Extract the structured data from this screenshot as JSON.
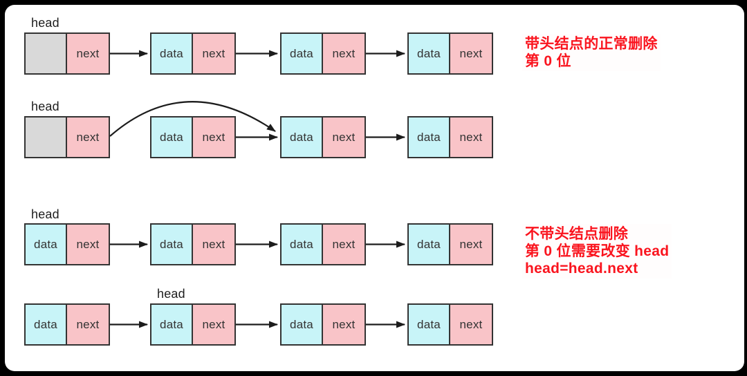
{
  "labels": {
    "head": "head",
    "data": "data",
    "next": "next"
  },
  "colors": {
    "panel_bg": "#ffffff",
    "frame_bg": "#000000",
    "cell_data": "#c8f4f8",
    "cell_next": "#f9c4c8",
    "cell_blank": "#d9d9d9",
    "box_border": "#333333",
    "arrow": "#1c1c1c",
    "annotation": "#fa141e"
  },
  "rows": [
    {
      "head_over_node": 0,
      "nodes": [
        [
          "",
          "next"
        ],
        [
          "data",
          "next"
        ],
        [
          "data",
          "next"
        ],
        [
          "data",
          "next"
        ]
      ],
      "arrows": [
        "0-1",
        "1-2",
        "2-3"
      ]
    },
    {
      "head_over_node": 0,
      "nodes": [
        [
          "",
          "next"
        ],
        [
          "data",
          "next"
        ],
        [
          "data",
          "next"
        ],
        [
          "data",
          "next"
        ]
      ],
      "arrows": [
        "0-2-curved-skip",
        "1-2",
        "2-3"
      ]
    },
    {
      "head_over_node": 0,
      "nodes": [
        [
          "data",
          "next"
        ],
        [
          "data",
          "next"
        ],
        [
          "data",
          "next"
        ],
        [
          "data",
          "next"
        ]
      ],
      "arrows": [
        "0-1",
        "1-2",
        "2-3"
      ]
    },
    {
      "head_over_node": 1,
      "nodes": [
        [
          "data",
          "next"
        ],
        [
          "data",
          "next"
        ],
        [
          "data",
          "next"
        ],
        [
          "data",
          "next"
        ]
      ],
      "arrows": [
        "0-1",
        "1-2",
        "2-3"
      ]
    }
  ],
  "annotations": {
    "top": {
      "lines": [
        "带头结点的正常删除",
        "第 0 位"
      ]
    },
    "bottom": {
      "lines": [
        "不带头结点删除",
        "第 0 位需要改变 head",
        "head=head.next"
      ]
    }
  }
}
